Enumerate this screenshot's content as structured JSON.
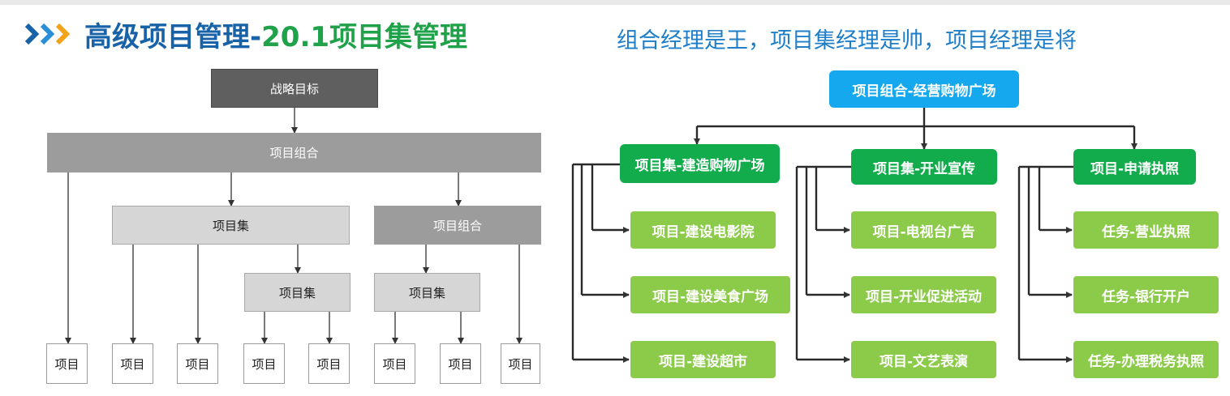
{
  "header": {
    "title": "高级项目管理-",
    "title_highlight": "20.1项目集管理",
    "subtitle": "组合经理是王，项目集经理是帅，项目经理是将"
  },
  "left_diagram": {
    "strategy": "战略目标",
    "portfolio": "项目组合",
    "program_a": "项目集",
    "sub_portfolio": "项目组合",
    "program_b": "项目集",
    "program_c": "项目集",
    "projects": [
      "项目",
      "项目",
      "项目",
      "项目",
      "项目",
      "项目",
      "项目",
      "项目"
    ]
  },
  "right_diagram": {
    "root": "项目组合-经营购物广场",
    "groups": [
      {
        "label": "项目集-建造购物广场",
        "children": [
          "项目-建设电影院",
          "项目-建设美食广场",
          "项目-建设超市"
        ]
      },
      {
        "label": "项目集-开业宣传",
        "children": [
          "项目-电视台广告",
          "项目-开业促进活动",
          "项目-文艺表演"
        ]
      },
      {
        "label": "项目-申请执照",
        "children": [
          "任务-营业执照",
          "任务-银行开户",
          "任务-办理税务执照"
        ]
      }
    ]
  },
  "colors": {
    "title_blue": "#1863a8",
    "title_green": "#1fa24a",
    "subtitle_blue": "#1f7ec8",
    "root_blue": "#15a8ee",
    "program_green": "#12ac4c",
    "child_green": "#8ccb4a"
  }
}
